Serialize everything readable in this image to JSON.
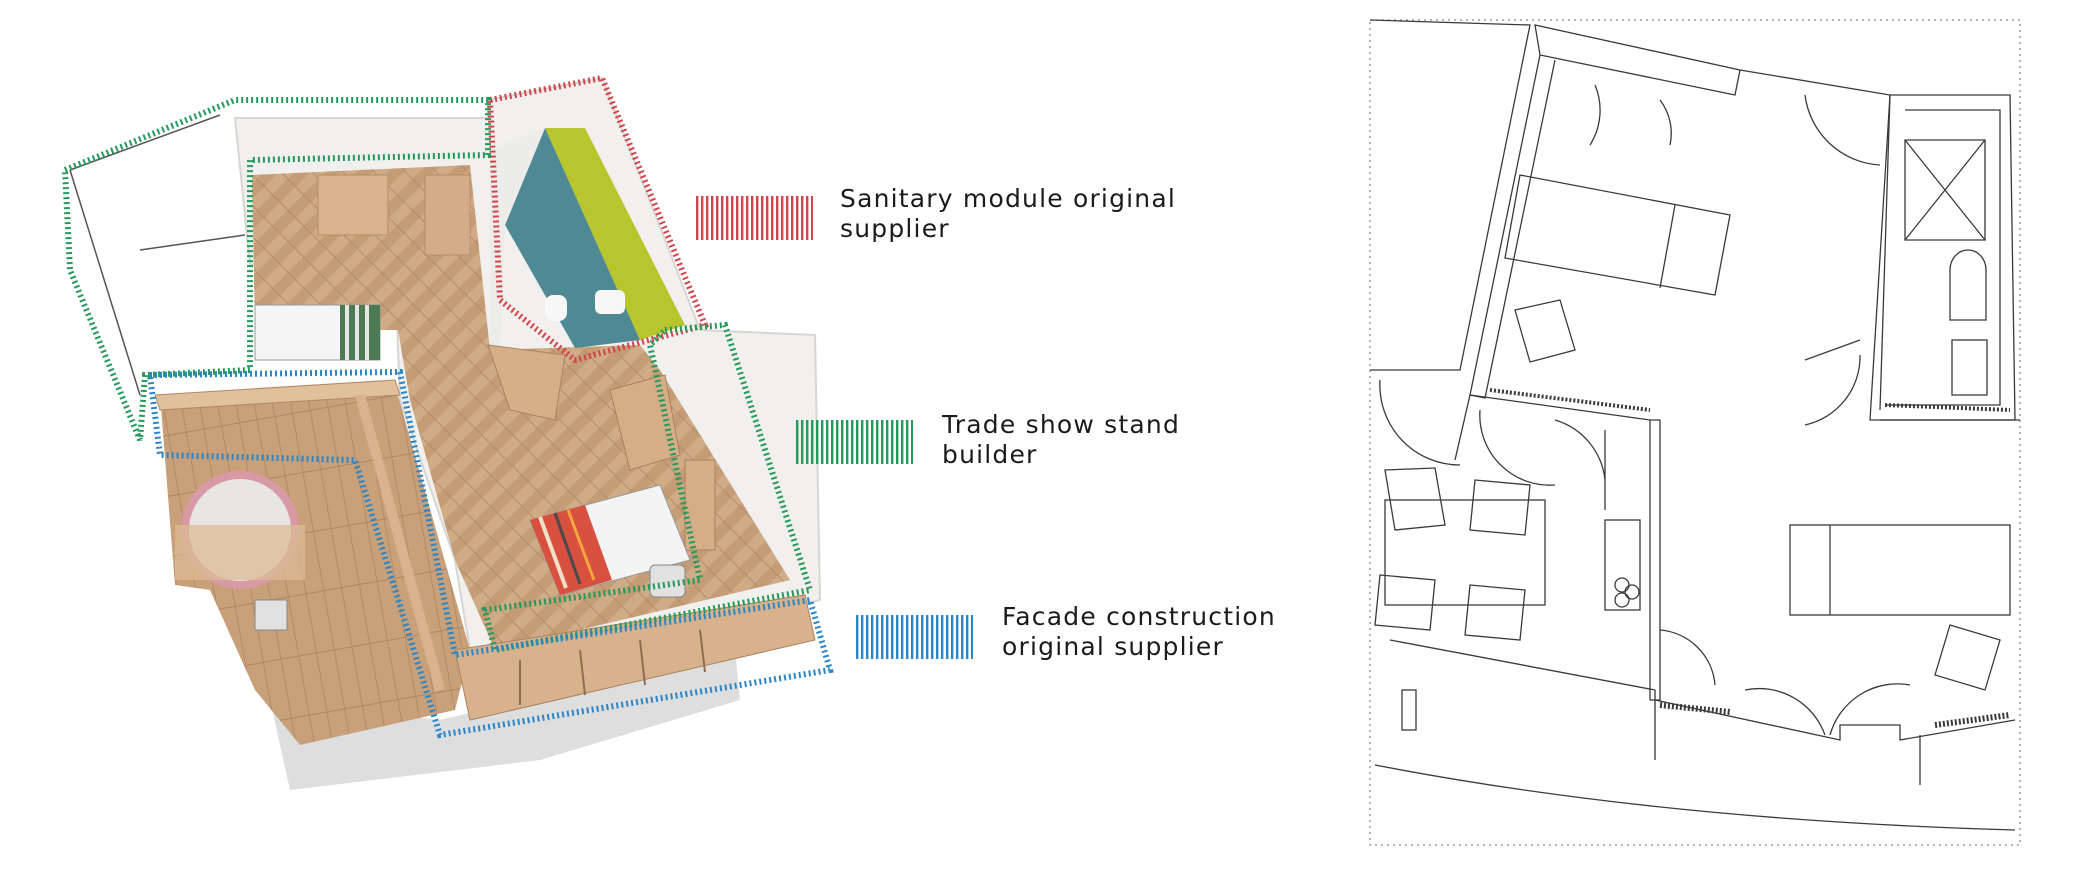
{
  "legend": {
    "sanitary": {
      "label": "Sanitary module original\nsupplier",
      "color": "#d2454d"
    },
    "trade": {
      "label": "Trade show stand\nbuilder",
      "color": "#249a5c"
    },
    "facade": {
      "label": "Facade construction\noriginal supplier",
      "color": "#2a86c6"
    }
  },
  "colors": {
    "wood": "#cfa985",
    "parquet": "#c9a27d",
    "wall": "#f4f3f1",
    "bath_green": "#b8c62e",
    "bath_floor": "#4e8b96",
    "shadow_floor": "#dcdcdc",
    "line": "#3a3a3a"
  }
}
